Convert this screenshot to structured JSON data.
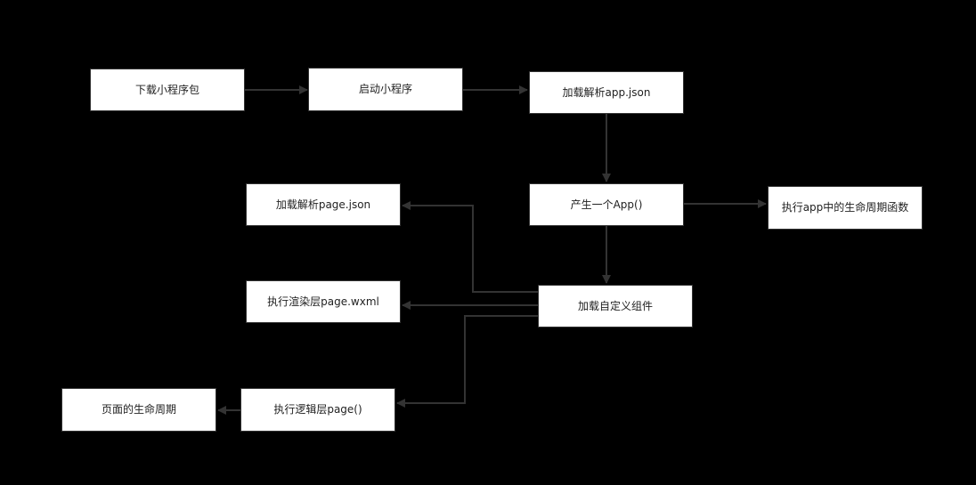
{
  "nodes": {
    "download_package": "下载小程序包",
    "start_miniprogram": "启动小程序",
    "load_app_json": "加载解析app.json",
    "create_app": "产生一个App()",
    "app_lifecycle": "执行app中的生命周期函数",
    "load_page_json": "加载解析page.json",
    "load_components": "加载自定义组件",
    "render_wxml": "执行渲染层page.wxml",
    "logic_page": "执行逻辑层page()",
    "page_lifecycle": "页面的生命周期"
  },
  "colors": {
    "background": "#000000",
    "node_fill": "#ffffff",
    "node_border": "#333333",
    "node_text": "#222222",
    "connector": "#333333"
  }
}
